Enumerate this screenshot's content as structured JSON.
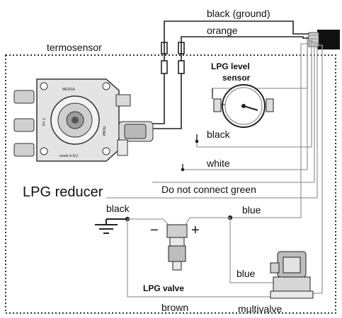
{
  "labels": {
    "black_ground": "black (ground)",
    "orange": "orange",
    "termosensor": "termosensor",
    "lpg_level_sensor_line1": "LPG level",
    "lpg_level_sensor_line2": "sensor",
    "black_mid": "black",
    "white": "white",
    "lpg_reducer": "LPG reducer",
    "do_not_connect_green": "Do not connect green",
    "black_left": "black",
    "blue_right": "blue",
    "minus": "−",
    "plus": "+",
    "lpg_valve": "LPG valve",
    "blue_lower": "blue",
    "brown": "brown",
    "multivalve": "multivalve"
  },
  "reducer_marks": {
    "top_text": "MERSA",
    "side_text_1": "PV 3",
    "side_text_2": "TRAM",
    "side_text_3": "made in EU"
  },
  "colors": {
    "line": "#222222",
    "wire_light": "#9a9a9a",
    "connector": "#111111",
    "component_fill": "#dddddd",
    "component_dark": "#8a8a8a"
  }
}
